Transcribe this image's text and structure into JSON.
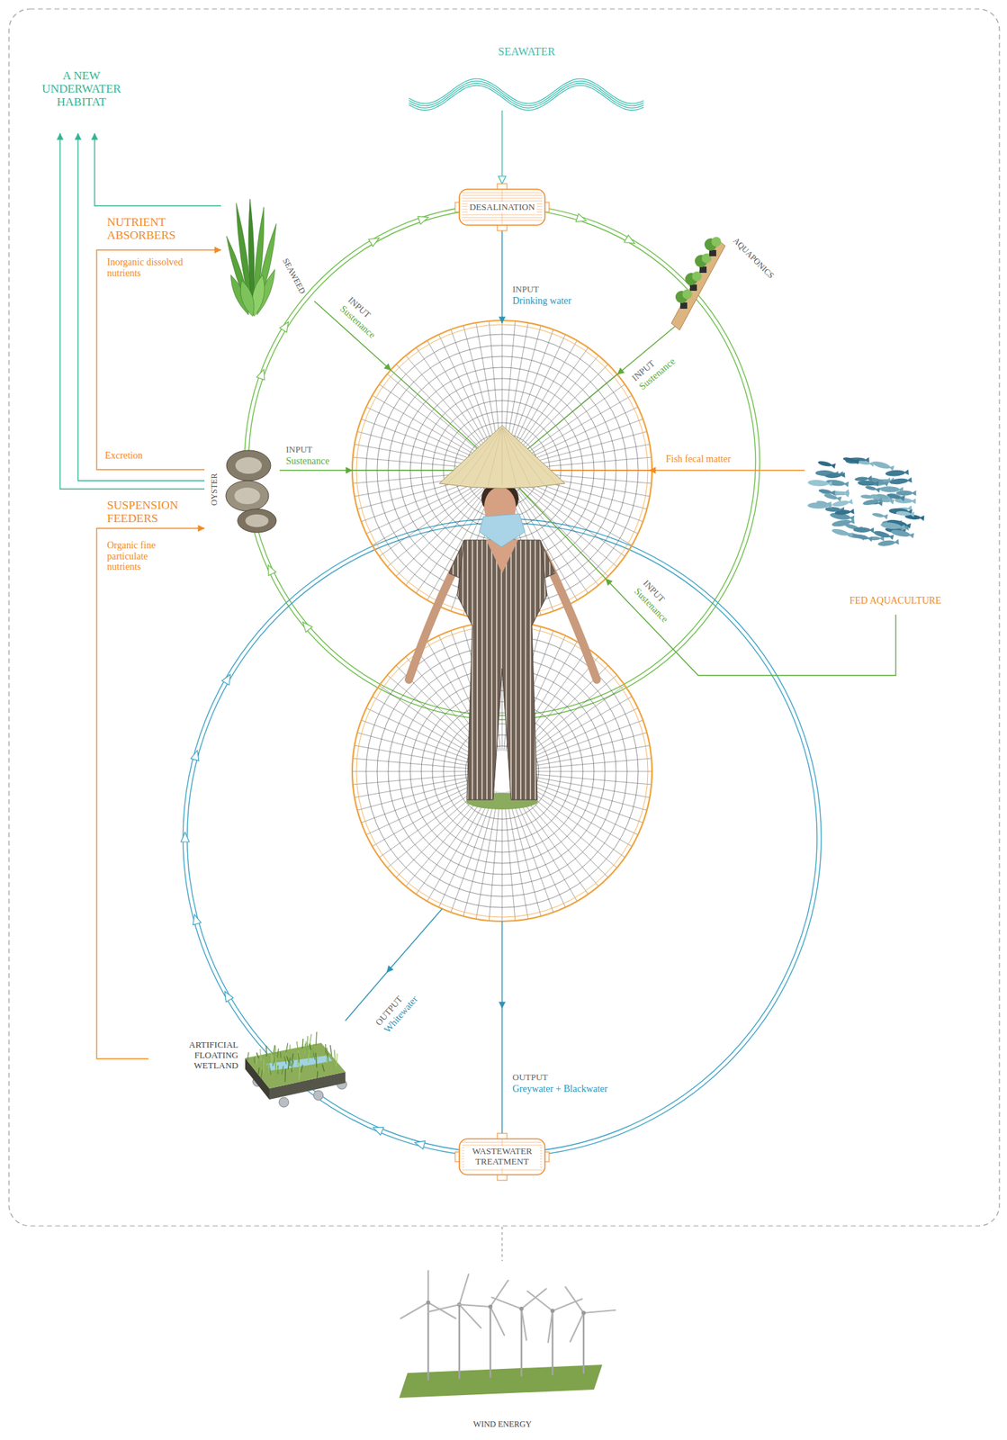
{
  "diagram": {
    "nodes": [
      {
        "text": [
          "SEAWATER"
        ]
      },
      {
        "text": [
          "DESALINATION"
        ]
      },
      {
        "text": [
          "SEAWEED"
        ]
      },
      {
        "text": [
          "AQUAPONICS"
        ]
      },
      {
        "text": [
          "OYSTER"
        ]
      },
      {
        "text": [
          "FED AQUACULTURE"
        ]
      },
      {
        "text": [
          "ARTIFICIAL FLOATING WETLAND"
        ]
      },
      {
        "text": [
          "WASTEWATER TREATMENT"
        ]
      },
      {
        "text": [
          "WIND ENERGY"
        ]
      }
    ],
    "edges": [
      {
        "from": 0,
        "to": 1,
        "arrow": "to"
      },
      {
        "from": 4,
        "to": 2,
        "label": "Excretion",
        "arrow": "to"
      },
      {
        "from": 6,
        "to": 4,
        "arrow": "to"
      }
    ],
    "labels": [
      "A NEW UNDERWATER HABITAT",
      "NUTRIENT ABSORBERS",
      "Inorganic dissolved nutrients",
      "INPUT",
      "Drinking water",
      "INPUT",
      "Sustenance",
      "INPUT",
      "Sustenance",
      "INPUT",
      "Sustenance",
      "Fish fecal matter",
      "SUSPENSION FEEDERS",
      "Organic fine particulate nutrients",
      "INPUT",
      "Sustenance",
      "OUTPUT",
      "Whitewater",
      "OUTPUT",
      "Greywater + Blackwater"
    ]
  }
}
